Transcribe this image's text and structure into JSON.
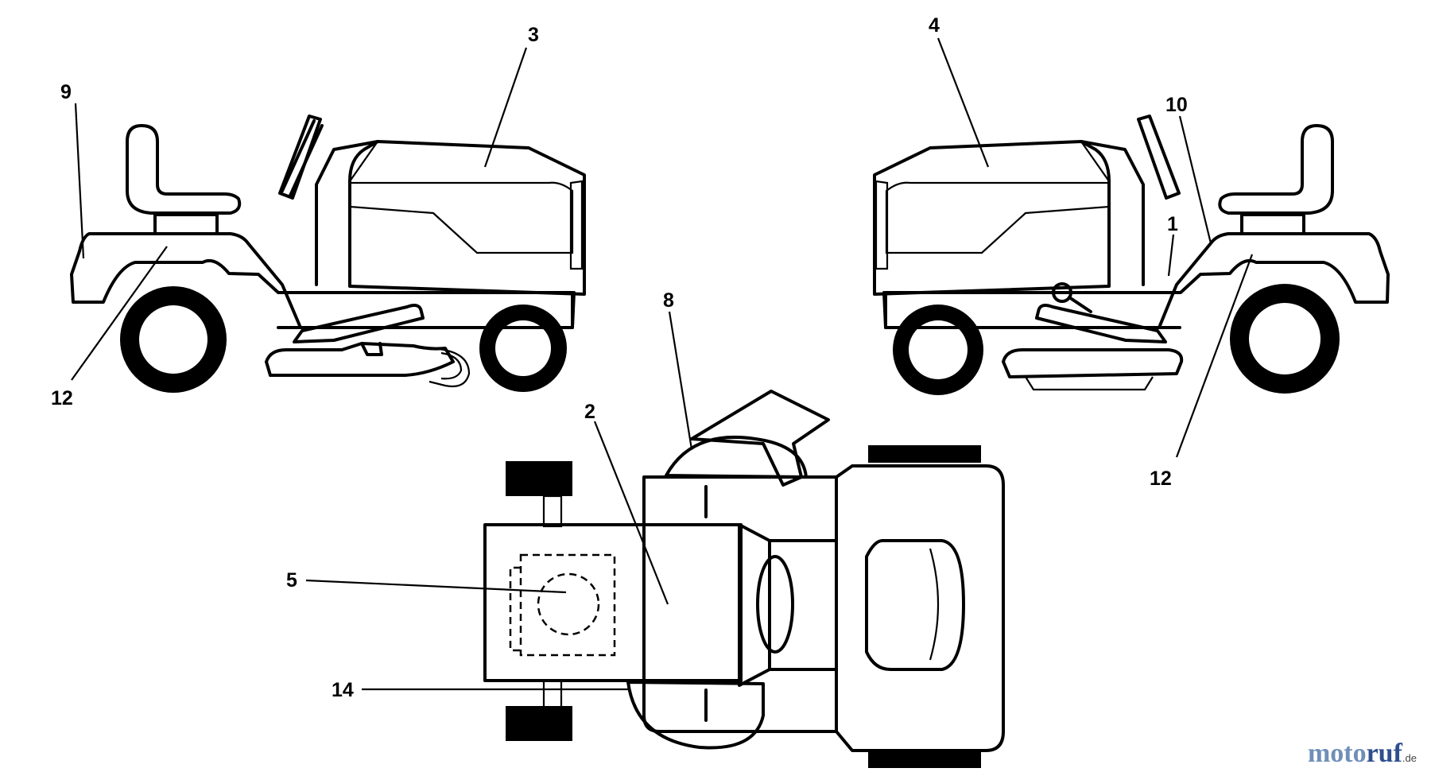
{
  "callouts": {
    "c1": "1",
    "c2": "2",
    "c3": "3",
    "c4": "4",
    "c5": "5",
    "c8": "8",
    "c9": "9",
    "c10": "10",
    "c12_left": "12",
    "c12_right": "12",
    "c14": "14"
  },
  "watermark": {
    "part1": "moto",
    "part2": "ruf",
    "domain": ".de"
  }
}
